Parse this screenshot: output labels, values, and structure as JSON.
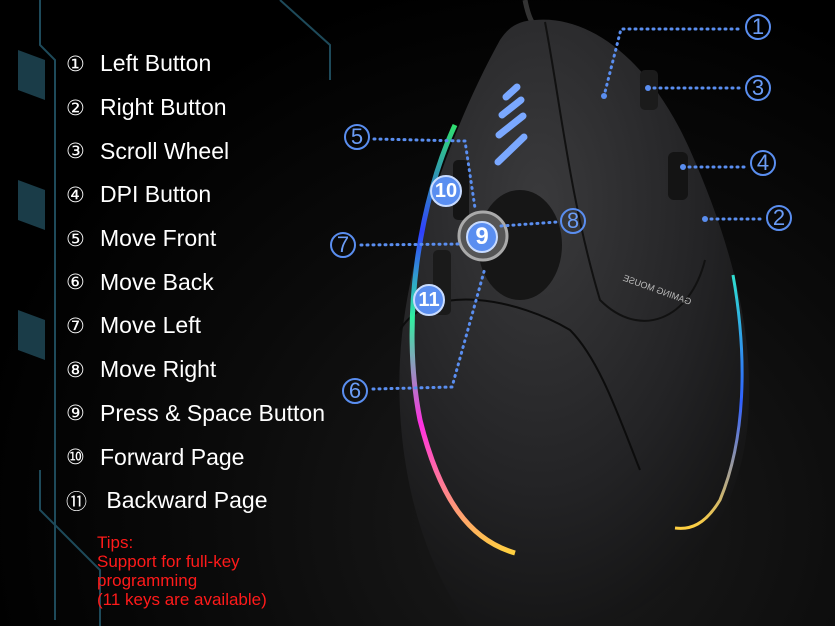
{
  "legend": [
    {
      "num": "①",
      "label": "Left Button"
    },
    {
      "num": "②",
      "label": "Right Button"
    },
    {
      "num": "③",
      "label": "Scroll Wheel"
    },
    {
      "num": "④",
      "label": "DPI Button"
    },
    {
      "num": "⑤",
      "label": "Move Front"
    },
    {
      "num": "⑥",
      "label": "Move Back"
    },
    {
      "num": "⑦",
      "label": "Move Left"
    },
    {
      "num": "⑧",
      "label": "Move Right"
    },
    {
      "num": "⑨",
      "label": "Press & Space Button"
    },
    {
      "num": "⑩",
      "label": "Forward Page"
    },
    {
      "num": "⑪",
      "label": " Backward Page"
    }
  ],
  "tips": {
    "title": "Tips:",
    "line1": "Support for full-key",
    "line2": "programming",
    "line3": "(11 keys are available)"
  },
  "callouts": {
    "c1": "1",
    "c2": "2",
    "c3": "3",
    "c4": "4",
    "c5": "5",
    "c6": "6",
    "c7": "7",
    "c8": "8",
    "c9": "9",
    "c10": "10",
    "c11": "11"
  },
  "mouse_brand": "GAMING MOUSE",
  "colors": {
    "accent": "#5a8ef0",
    "tips": "#ff1a1a",
    "frame": "#1e4a5a"
  }
}
